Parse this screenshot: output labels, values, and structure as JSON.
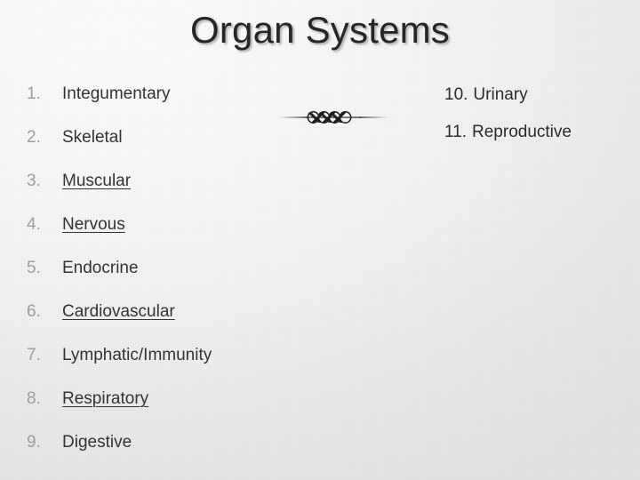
{
  "slide": {
    "title": "Organ Systems",
    "background_start_color": "#fbfbfb",
    "background_end_color": "#e2e2e2",
    "title_color": "#262626",
    "number_color": "#9d9d9d",
    "text_color": "#333333"
  },
  "left_list": {
    "items": [
      {
        "num": "1.",
        "label": "Integumentary",
        "underlined": false
      },
      {
        "num": "2.",
        "label": "Skeletal",
        "underlined": false
      },
      {
        "num": "3.",
        "label": "Muscular",
        "underlined": true
      },
      {
        "num": "4.",
        "label": "Nervous",
        "underlined": true
      },
      {
        "num": "5.",
        "label": "Endocrine",
        "underlined": false
      },
      {
        "num": "6.",
        "label": "Cardiovascular",
        "underlined": true
      },
      {
        "num": "7.",
        "label": "Lymphatic/Immunity",
        "underlined": false
      },
      {
        "num": "8.",
        "label": "Respiratory",
        "underlined": true
      },
      {
        "num": "9.",
        "label": "Digestive",
        "underlined": false
      }
    ]
  },
  "right_list": {
    "items": [
      {
        "num": "10.",
        "label": "Urinary"
      },
      {
        "num": "11.",
        "label": "Reproductive"
      }
    ]
  },
  "ornament": {
    "name": "braided-rope-divider",
    "color": "#1c1c1c"
  }
}
